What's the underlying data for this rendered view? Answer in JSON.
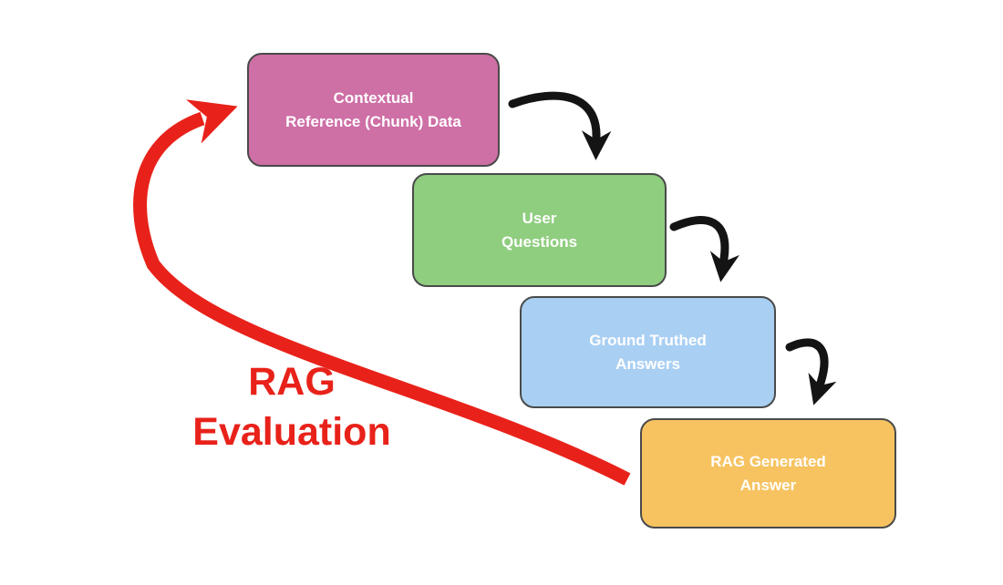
{
  "diagram": {
    "title": "RAG Evaluation flow diagram",
    "background": "#ffffff",
    "boxes": [
      {
        "name": "contextual-reference-chunk-data",
        "label": "Contextual\nReference (Chunk) Data",
        "fill": "#CE6FA6"
      },
      {
        "name": "user-questions",
        "label": "User\nQuestions",
        "fill": "#8FCD7F"
      },
      {
        "name": "ground-truthed-answers",
        "label": "Ground Truthed\nAnswers",
        "fill": "#A9CFF3"
      },
      {
        "name": "rag-generated-answer",
        "label": "RAG Generated\nAnswer",
        "fill": "#F6C360"
      }
    ],
    "evaluation": {
      "label": "RAG\nEvaluation",
      "color": "#E8221A"
    },
    "arrows": {
      "flow_arrow_color": "#141414",
      "evaluation_arrow_color": "#E8221A",
      "flow_arrows": "three black curved arrows: box1→box2, box2→box3, box3→box4",
      "evaluation_arrow": "large red curve from beside box4 sweeping left and up to point at box1"
    }
  }
}
